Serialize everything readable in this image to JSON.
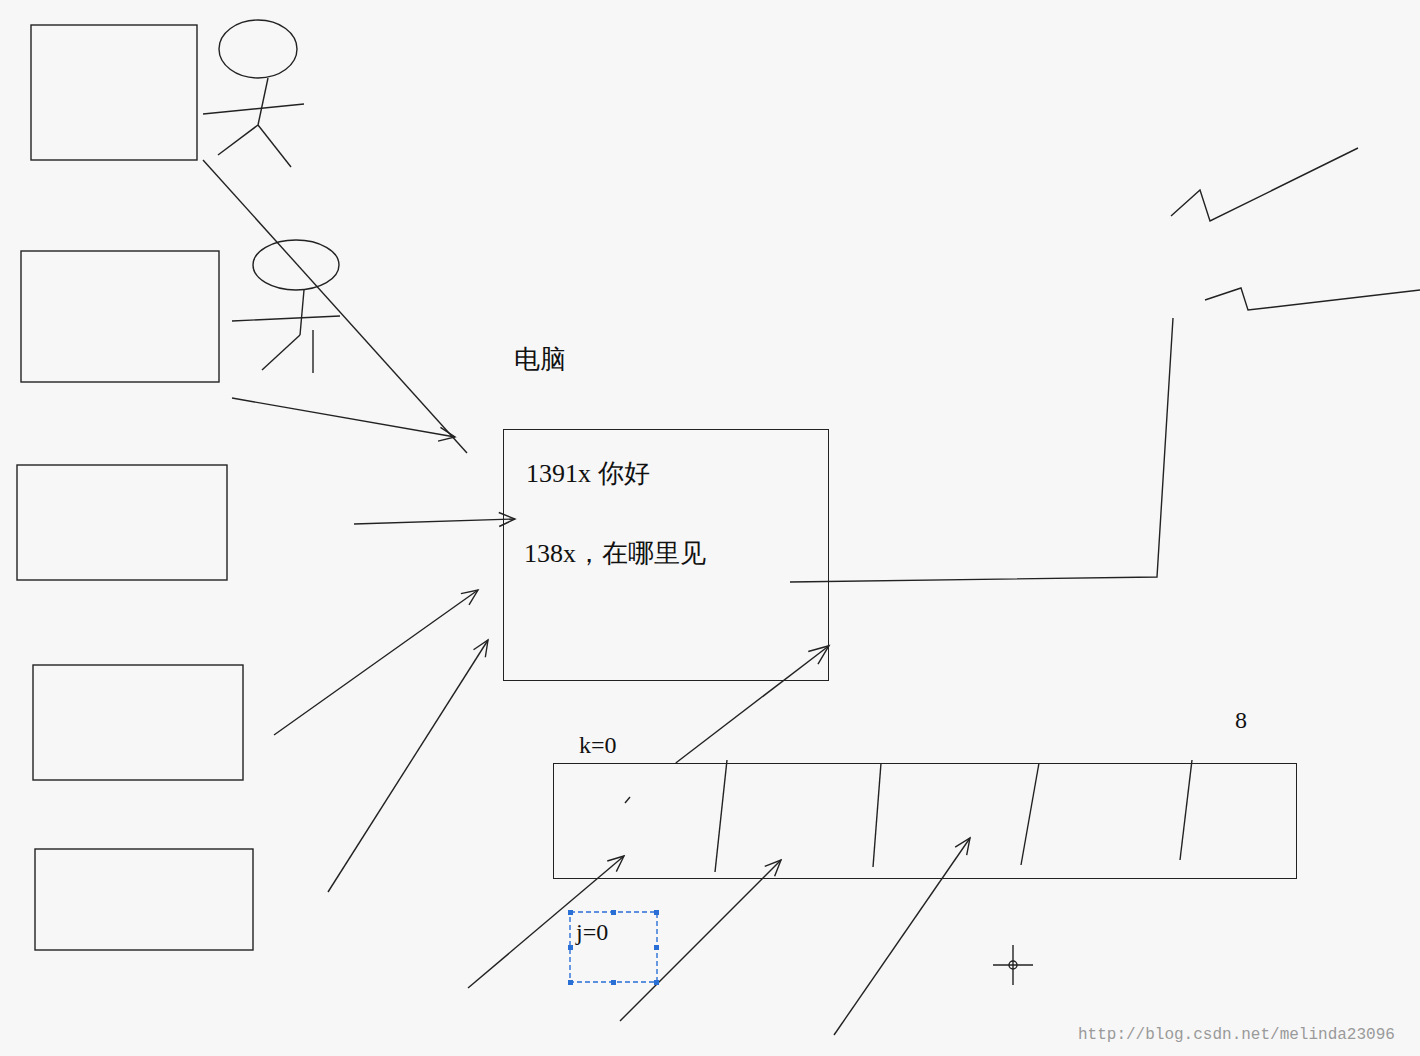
{
  "diagram": {
    "nodes": [
      {
        "text": [
          "电脑",
          "1391x 你好",
          "138x，在哪里见"
        ]
      },
      {
        "text": [
          "k=0",
          "8"
        ]
      }
    ],
    "edges": [
      {
        "from": 1,
        "to": 0,
        "arrow": "to"
      }
    ],
    "labels": [
      "j=0",
      "http://blog.csdn.net/melinda23096"
    ]
  }
}
